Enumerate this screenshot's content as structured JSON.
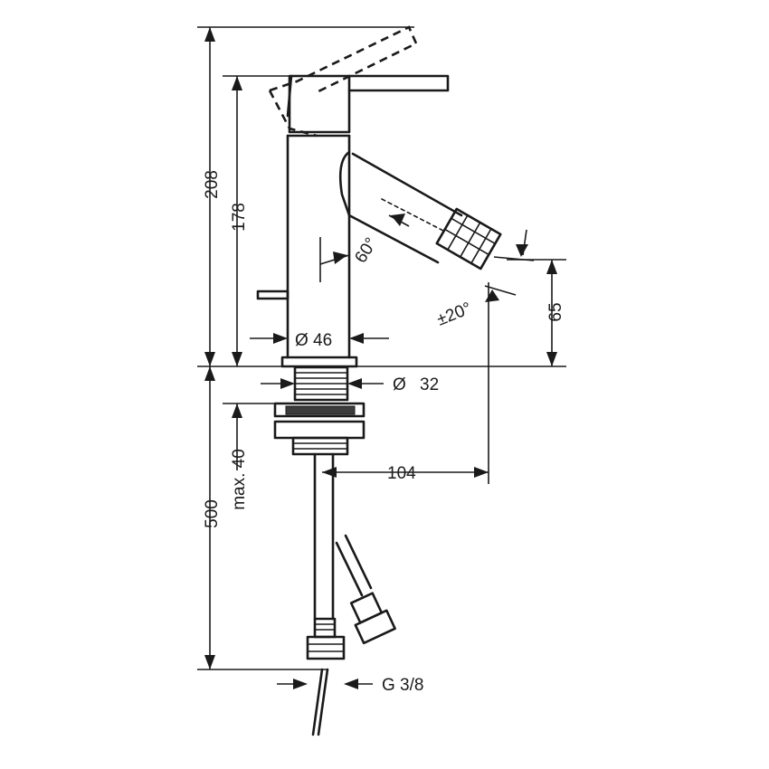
{
  "dimensions": {
    "total_height": "208",
    "body_height": "178",
    "spout_angle": "60°",
    "aerator_swivel": "±20°",
    "spout_drop": "65",
    "body_diameter": "Ø 46",
    "hole_diameter": "Ø 32",
    "spout_reach": "104",
    "max_thickness": "max. 40",
    "hose_length": "500",
    "connection": "G 3/8"
  }
}
